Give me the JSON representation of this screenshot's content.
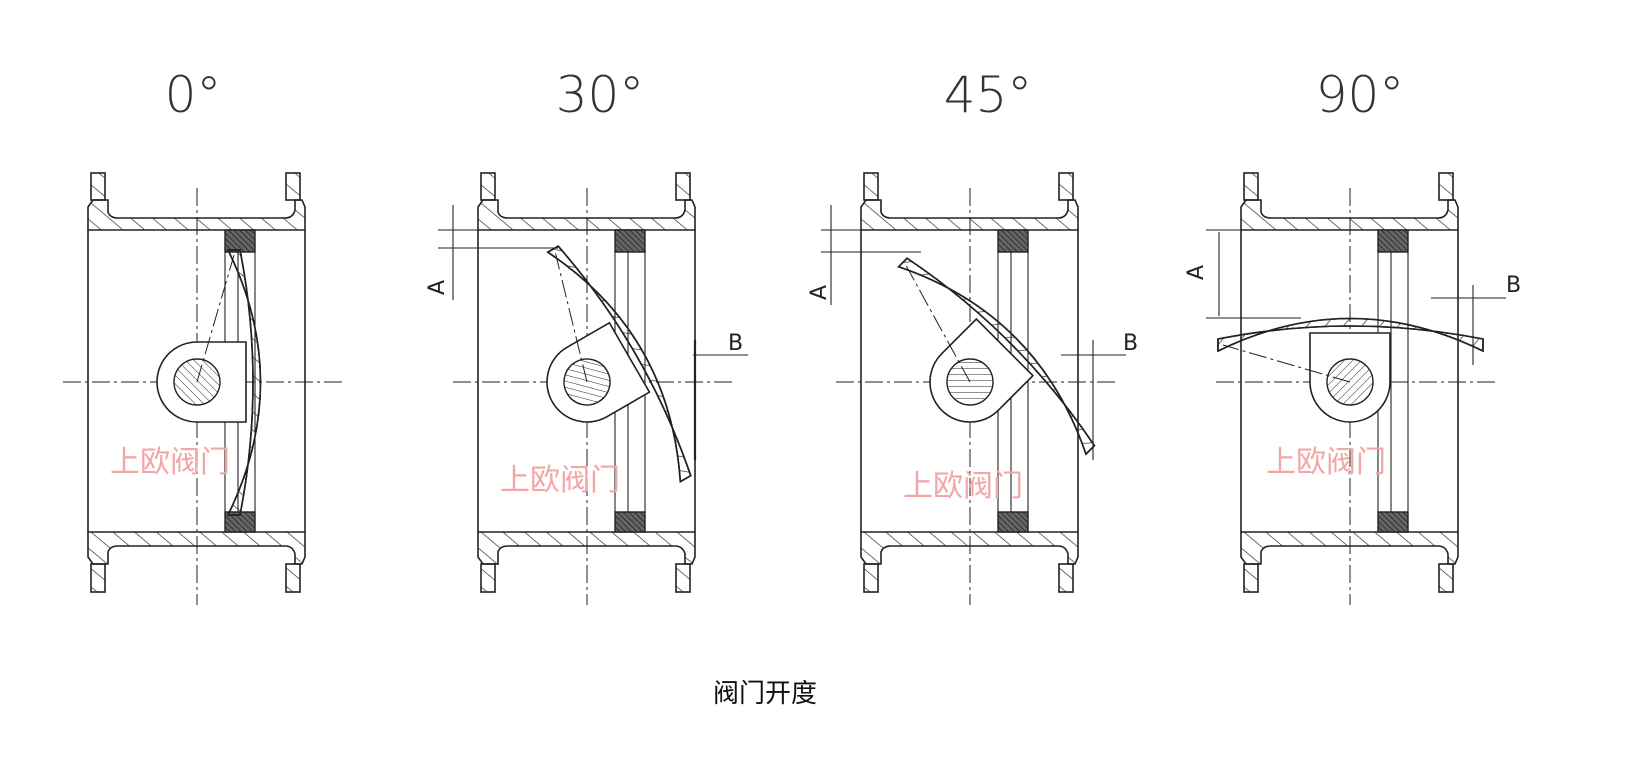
{
  "views": [
    {
      "angle_label": "0°",
      "opening_deg": 0,
      "watermark": "上欧阀门",
      "dims": []
    },
    {
      "angle_label": "30°",
      "opening_deg": 30,
      "watermark": "上欧阀门",
      "dims": [
        "A",
        "B"
      ]
    },
    {
      "angle_label": "45°",
      "opening_deg": 45,
      "watermark": "上欧阀门",
      "dims": [
        "A",
        "B"
      ]
    },
    {
      "angle_label": "90°",
      "opening_deg": 90,
      "watermark": "上欧阀门",
      "dims": [
        "A",
        "B"
      ]
    }
  ],
  "caption": "阀门开度",
  "colors": {
    "line": "#222222",
    "watermark": "#f2a7a7"
  }
}
